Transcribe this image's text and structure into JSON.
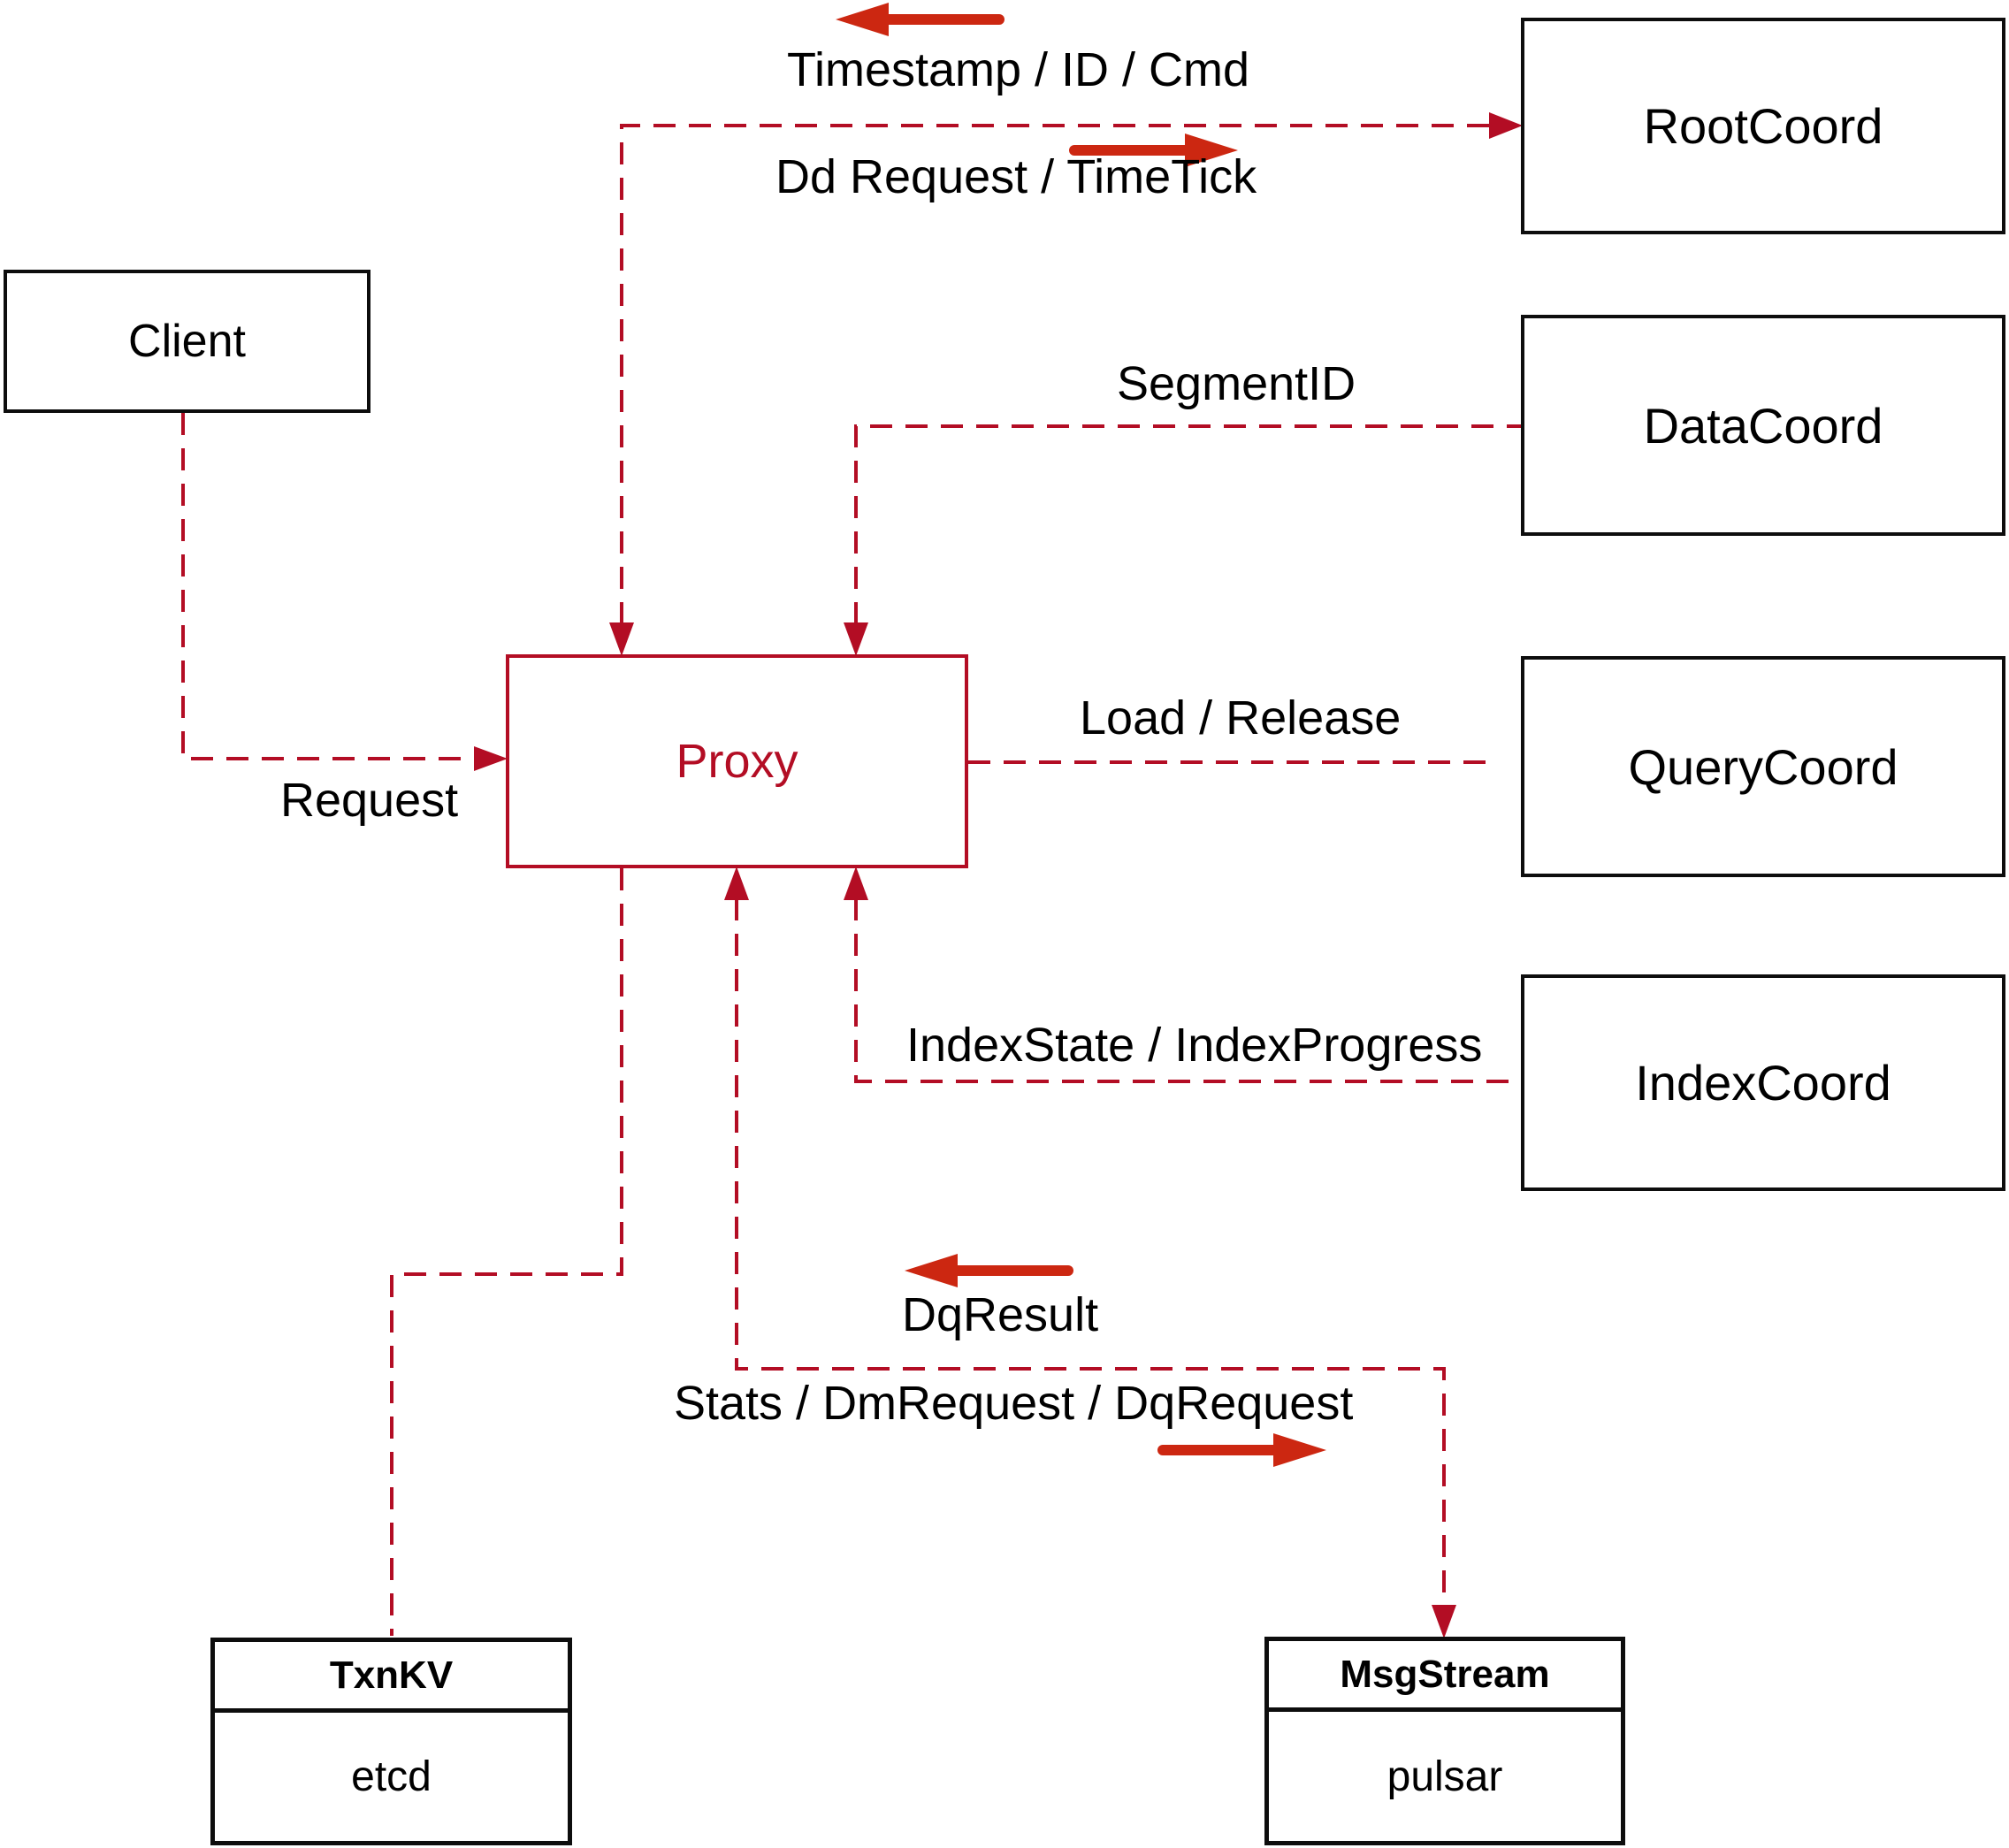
{
  "colors": {
    "connector_red": "#b30d24",
    "solid_arrow_red": "#cc2711",
    "box_border": "#0d0d0d",
    "text": "#000000",
    "background": "#ffffff"
  },
  "nodes": {
    "client": {
      "label": "Client"
    },
    "rootcoord": {
      "label": "RootCoord"
    },
    "datacoord": {
      "label": "DataCoord"
    },
    "querycoord": {
      "label": "QueryCoord"
    },
    "indexcoord": {
      "label": "IndexCoord"
    },
    "proxy": {
      "label": "Proxy"
    },
    "txnkv": {
      "title": "TxnKV",
      "subtitle": "etcd"
    },
    "msgstream": {
      "title": "MsgStream",
      "subtitle": "pulsar"
    }
  },
  "edge_labels": {
    "timestamp": "Timestamp / ID / Cmd",
    "dd_request": "Dd Request / TimeTick",
    "segment_id": "SegmentID",
    "load_release": "Load / Release",
    "index_state": "IndexState / IndexProgress",
    "request": "Request",
    "dq_result": "DqResult",
    "stats": "Stats / DmRequest / DqRequest"
  }
}
